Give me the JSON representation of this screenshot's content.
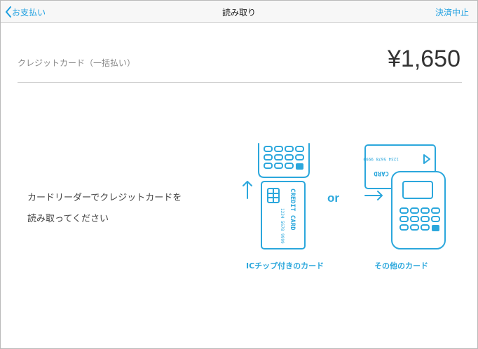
{
  "header": {
    "back_label": "お支払い",
    "title": "読み取り",
    "cancel_label": "決済中止"
  },
  "payment": {
    "method": "クレジットカード（一括払い）",
    "amount": "¥1,650"
  },
  "instructions": {
    "line1": "カードリーダーでクレジットカードを",
    "line2": "読み取ってください"
  },
  "illustration": {
    "card_text": "CREDIT CARD",
    "card_number": "1234 5678 9999",
    "card2_number": "1234 5678 9999",
    "card2_text": "CARD",
    "or_label": "or",
    "ic_caption": "ICチップ付きのカード",
    "other_caption": "その他のカード"
  },
  "colors": {
    "accent": "#1a9ee0",
    "illustration": "#2ba7dc"
  }
}
